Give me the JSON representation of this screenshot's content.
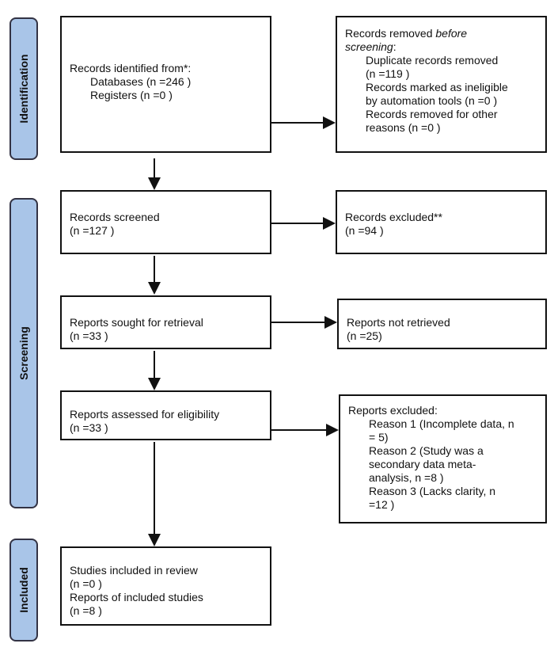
{
  "stages": {
    "identification": "Identification",
    "screening": "Screening",
    "included": "Included"
  },
  "identified": {
    "title": "Records identified from*:",
    "lines": [
      "Databases (n =246 )",
      "Registers (n =0 )"
    ]
  },
  "removed": {
    "title_a": "Records removed ",
    "title_em": "before",
    "title_b": "screening",
    "title_c": ":",
    "lines": [
      "Duplicate records removed",
      "(n =119 )",
      "Records marked as ineligible",
      "by automation tools (n =0 )",
      "Records removed for other",
      "reasons (n =0 )"
    ]
  },
  "screened": {
    "lines": [
      "Records screened",
      "(n =127 )"
    ]
  },
  "excluded": {
    "lines": [
      "Records excluded**",
      "(n =94 )"
    ]
  },
  "sought": {
    "lines": [
      "Reports sought for retrieval",
      "(n =33 )"
    ]
  },
  "not_retrieved": {
    "lines": [
      "Reports not retrieved",
      "(n =25)"
    ]
  },
  "assessed": {
    "lines": [
      "Reports assessed for eligibility",
      "(n =33 )"
    ]
  },
  "reports_excluded": {
    "title": "Reports excluded:",
    "lines": [
      "Reason 1 (Incomplete data, n",
      "= 5)",
      "Reason 2 (Study was a",
      "secondary data meta-",
      "analysis, n =8 )",
      "Reason 3 (Lacks clarity, n",
      "=12 )"
    ]
  },
  "included": {
    "lines": [
      "Studies included in review",
      "(n =0 )",
      "Reports of included studies",
      "(n =8 )"
    ]
  }
}
